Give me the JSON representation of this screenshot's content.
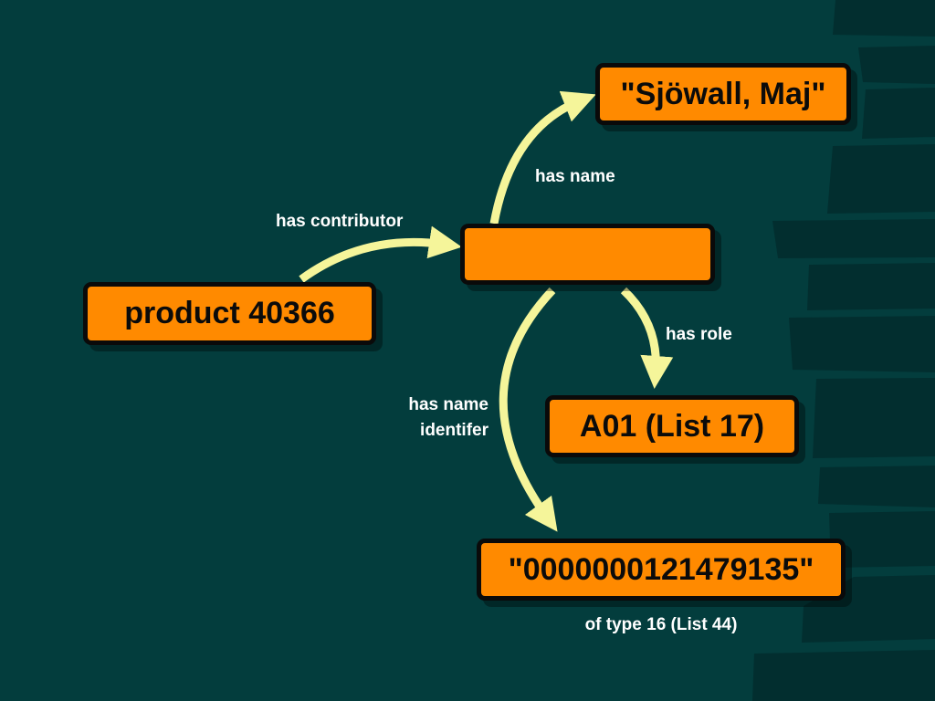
{
  "diagram": {
    "nodes": {
      "product": {
        "text": "product 40366"
      },
      "contributor": {
        "text": ""
      },
      "name_value": {
        "text": "\"Sjöwall, Maj\""
      },
      "role_value": {
        "text": "A01 (List 17)"
      },
      "identifier_value": {
        "text": "\"0000000121479135\""
      }
    },
    "edges": {
      "has_contributor": "has contributor",
      "has_name": "has name",
      "has_role": "has role",
      "has_name_identifier_line1": "has name",
      "has_name_identifier_line2": "identifer"
    },
    "notes": {
      "identifier_type": "of type 16 (List 44)"
    }
  },
  "colors": {
    "background": "#033d3d",
    "background_bricks": "#022e2f",
    "node_fill": "#ff8a00",
    "node_border": "#0a0a0a",
    "arrow": "#f5f59a",
    "label_text": "#ffffff"
  }
}
